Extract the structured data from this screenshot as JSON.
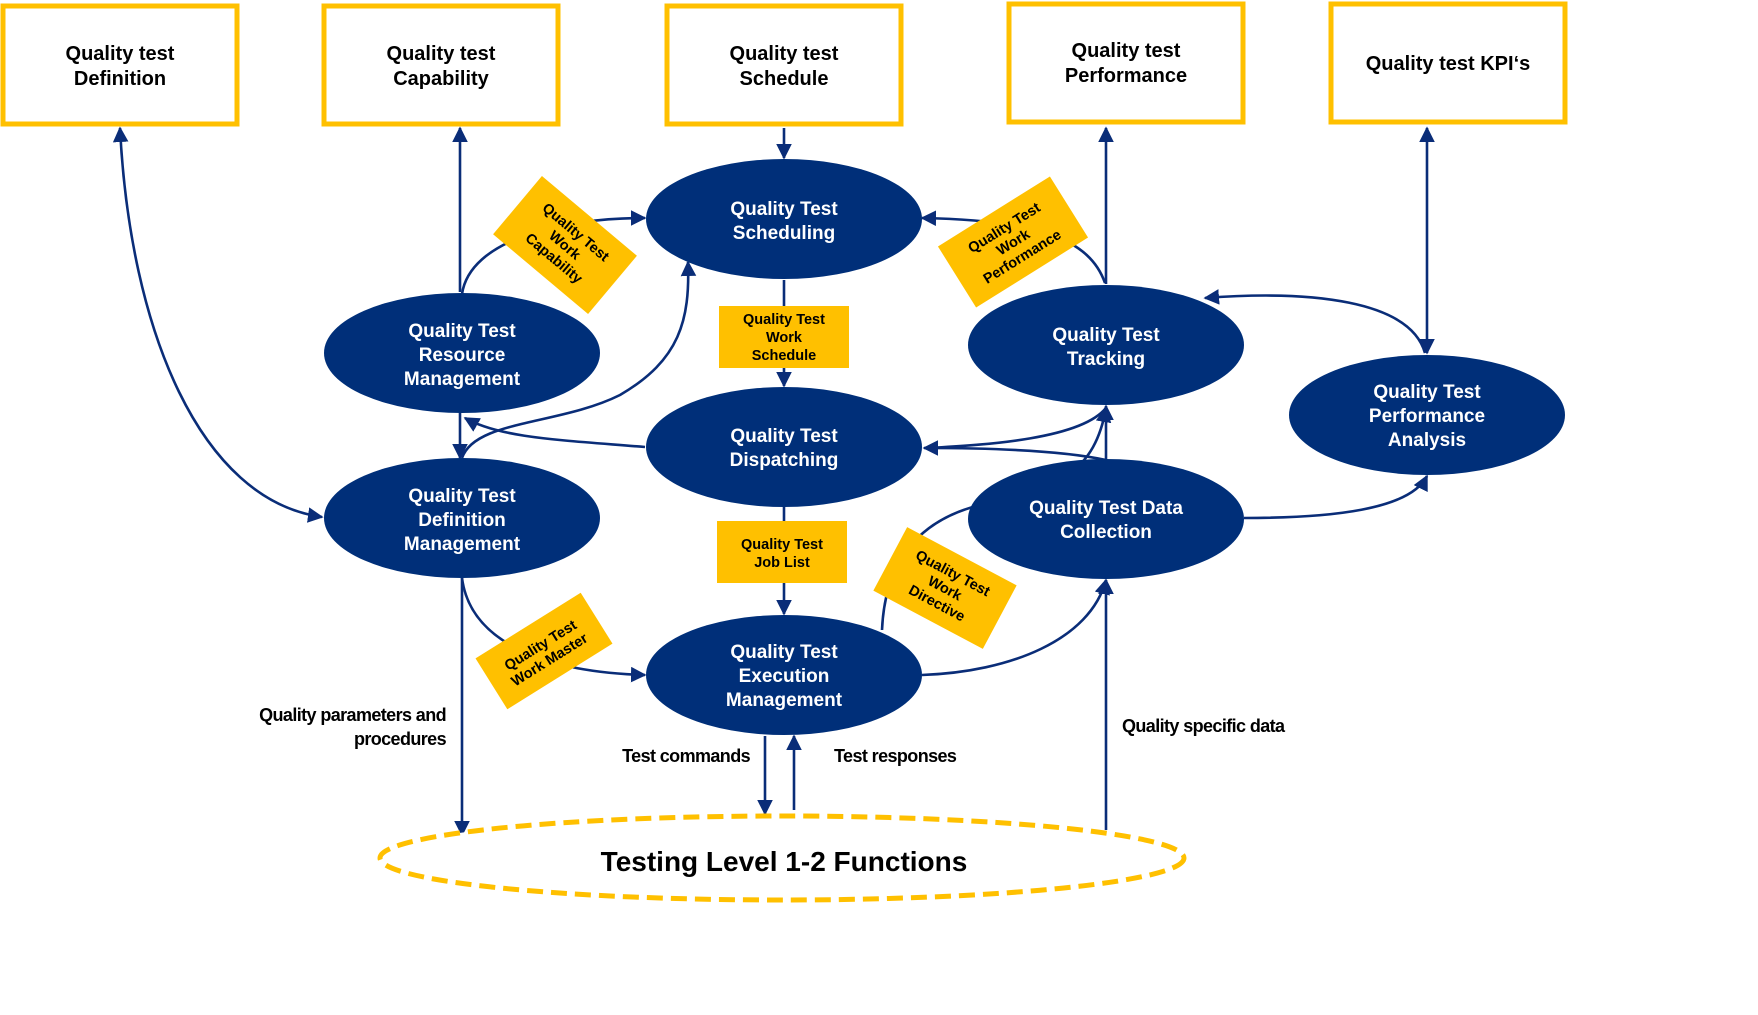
{
  "colors": {
    "node_fill": "#002f79",
    "accent_yellow": "#ffc000",
    "arrow": "#0a2d78",
    "text_dark": "#000000",
    "text_light": "#ffffff"
  },
  "top_boxes": [
    {
      "id": "definition",
      "lines": [
        "Quality test",
        "Definition"
      ]
    },
    {
      "id": "capability",
      "lines": [
        "Quality test",
        "Capability"
      ]
    },
    {
      "id": "schedule",
      "lines": [
        "Quality test",
        "Schedule"
      ]
    },
    {
      "id": "performance",
      "lines": [
        "Quality test",
        "Performance"
      ]
    },
    {
      "id": "kpis",
      "lines": [
        "Quality test KPI‘s"
      ]
    }
  ],
  "nodes": [
    {
      "id": "scheduling",
      "lines": [
        "Quality Test",
        "Scheduling"
      ]
    },
    {
      "id": "resource",
      "lines": [
        "Quality Test",
        "Resource",
        "Management"
      ]
    },
    {
      "id": "tracking",
      "lines": [
        "Quality Test",
        "Tracking"
      ]
    },
    {
      "id": "analysis",
      "lines": [
        "Quality Test",
        "Performance",
        "Analysis"
      ]
    },
    {
      "id": "dispatching",
      "lines": [
        "Quality Test",
        "Dispatching"
      ]
    },
    {
      "id": "definition_mgmt",
      "lines": [
        "Quality Test",
        "Definition",
        "Management"
      ]
    },
    {
      "id": "data_collection",
      "lines": [
        "Quality Test Data",
        "Collection"
      ]
    },
    {
      "id": "execution",
      "lines": [
        "Quality Test",
        "Execution",
        "Management"
      ]
    }
  ],
  "tags": [
    {
      "id": "work_capability",
      "lines": [
        "Quality Test",
        "Work",
        "Capability"
      ]
    },
    {
      "id": "work_performance",
      "lines": [
        "Quality Test",
        "Work",
        "Performance"
      ]
    },
    {
      "id": "work_schedule",
      "lines": [
        "Quality Test",
        "Work",
        "Schedule"
      ]
    },
    {
      "id": "job_list",
      "lines": [
        "Quality Test",
        "Job List"
      ]
    },
    {
      "id": "work_directive",
      "lines": [
        "Quality Test",
        "Work",
        "Directive"
      ]
    },
    {
      "id": "work_master",
      "lines": [
        "Quality Test",
        "Work Master"
      ]
    }
  ],
  "flow_labels": {
    "parameters": [
      "Quality parameters and",
      "procedures"
    ],
    "test_commands": "Test commands",
    "test_responses": "Test responses",
    "specific_data": "Quality specific data"
  },
  "base": {
    "label": "Testing Level 1-2 Functions"
  }
}
